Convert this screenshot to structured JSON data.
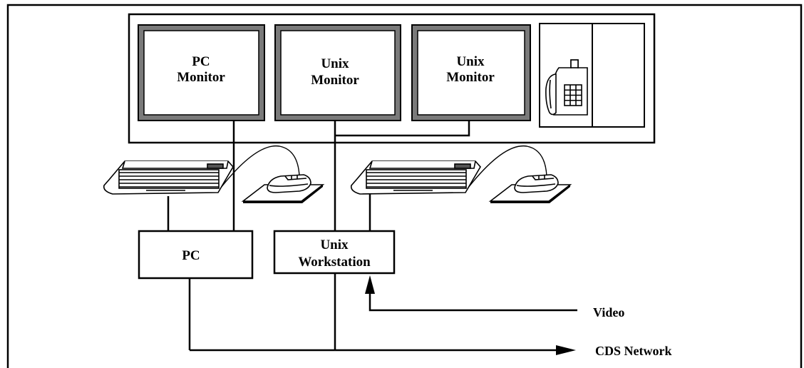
{
  "monitors": [
    {
      "line1": "PC",
      "line2": "Monitor"
    },
    {
      "line1": "Unix",
      "line2": "Monitor"
    },
    {
      "line1": "Unix",
      "line2": "Monitor"
    }
  ],
  "pc_box": {
    "label": "PC"
  },
  "workstation_box": {
    "line1": "Unix",
    "line2": "Workstation"
  },
  "video_label": "Video",
  "network_label": "CDS Network",
  "colors": {
    "line": "#000000",
    "monitor_bezel": "#7a7a7a",
    "background": "#ffffff"
  },
  "icons": [
    "telephone-icon",
    "keyboard-icon",
    "mouse-icon",
    "mouse-pad-icon"
  ]
}
